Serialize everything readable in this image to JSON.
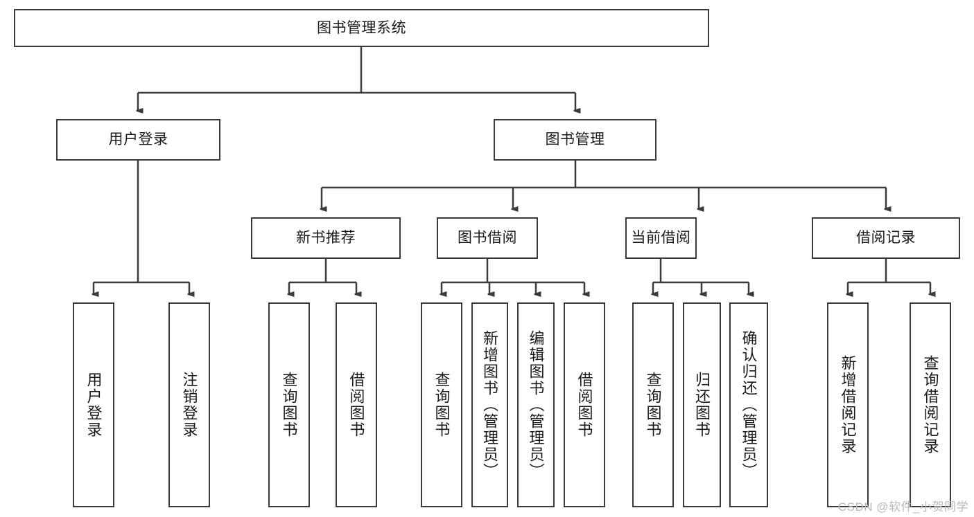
{
  "diagram": {
    "type": "tree-hierarchy",
    "title": "图书管理系统",
    "root": {
      "label": "图书管理系统"
    },
    "level1": [
      {
        "label": "用户登录"
      },
      {
        "label": "图书管理"
      }
    ],
    "level2": [
      {
        "label": "新书推荐"
      },
      {
        "label": "图书借阅"
      },
      {
        "label": "当前借阅"
      },
      {
        "label": "借阅记录"
      }
    ],
    "leaves": {
      "user_login": [
        {
          "label": "用户登录"
        },
        {
          "label": "注销登录"
        }
      ],
      "new_book_recommend": [
        {
          "label": "查询图书"
        },
        {
          "label": "借阅图书"
        }
      ],
      "book_borrow": [
        {
          "label": "查询图书"
        },
        {
          "label": "新增图书（管理员）"
        },
        {
          "label": "编辑图书（管理员）"
        },
        {
          "label": "借阅图书"
        }
      ],
      "current_borrow": [
        {
          "label": "查询图书"
        },
        {
          "label": "归还图书"
        },
        {
          "label": "确认归还（管理员）"
        }
      ],
      "borrow_record": [
        {
          "label": "新增借阅记录"
        },
        {
          "label": "查询借阅记录"
        }
      ]
    }
  },
  "watermark": {
    "text": "CSDN @软件_小贺同学"
  },
  "colors": {
    "stroke": "#3a3a3a",
    "background": "#ffffff",
    "text": "#1a1a1a",
    "watermark": "#b9b9b9"
  }
}
